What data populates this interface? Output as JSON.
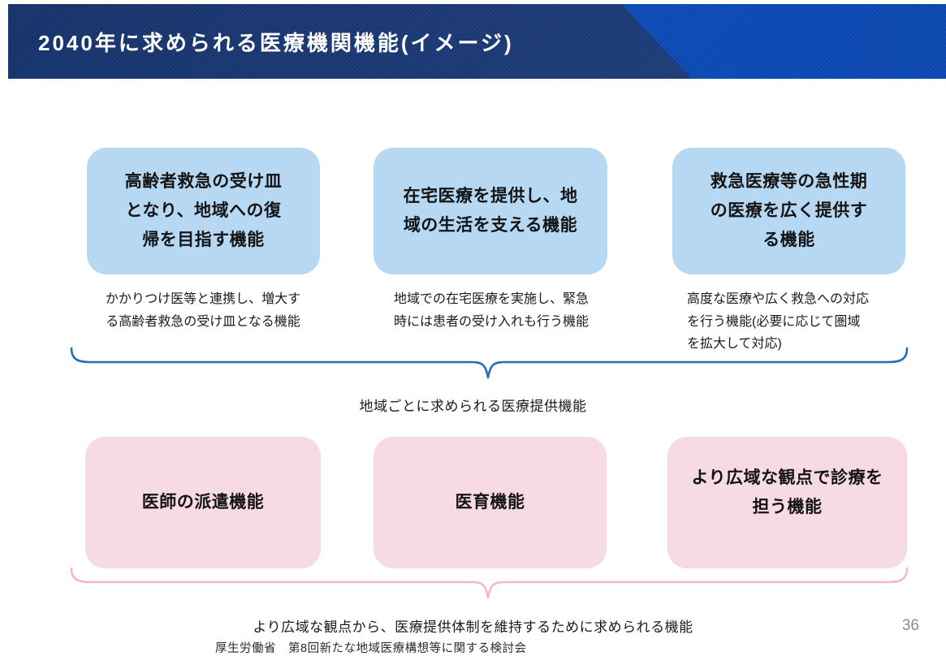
{
  "header": {
    "title": "2040年に求められる医療機関機能(イメージ)"
  },
  "regional_group": {
    "boxes": [
      {
        "label": "高齢者救急の受け皿\nとなり、地域への復\n帰を目指す機能",
        "description": "かかりつけ医等と連携し、増大す\nる高齢者救急の受け皿となる機能"
      },
      {
        "label": "在宅医療を提供し、地\n域の生活を支える機能",
        "description": "地域での在宅医療を実施し、緊急\n時には患者の受け入れも行う機能"
      },
      {
        "label": "救急医療等の急性期\nの医療を広く提供す\nる機能",
        "description": "高度な医療や広く救急への対応\nを行う機能(必要に応じて圏域\nを拡大して対応)"
      }
    ],
    "brace_label": "地域ごとに求められる医療提供機能"
  },
  "wide_area_group": {
    "boxes": [
      {
        "label": "医師の派遣機能"
      },
      {
        "label": "医育機能"
      },
      {
        "label": "より広域な観点で診療を\n担う機能"
      }
    ],
    "brace_label": "より広域な観点から、医療提供体制を維持するために求められる機能"
  },
  "footer": {
    "source": "厚生労働省　第8回新たな地域医療構想等に関する検討会",
    "page_number": "36"
  },
  "colors": {
    "header_navy": "#1c3b78",
    "header_blue": "#0c4db8",
    "box_blue": "#b7d8f3",
    "box_pink": "#f7dbe2",
    "brace_blue": "#2a6cb4",
    "brace_pink": "#f1b8c6",
    "page_number_gray": "#8c8c8c"
  }
}
